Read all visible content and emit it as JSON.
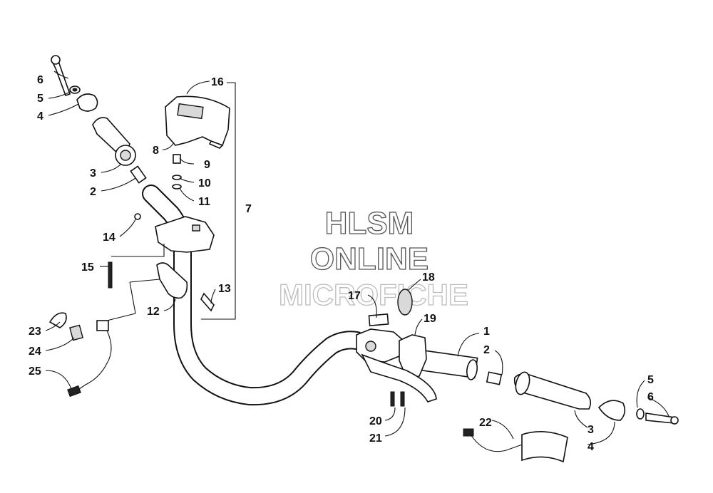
{
  "watermark": {
    "line1": "HLSM",
    "line2": "ONLINE",
    "line3": "MICROFICHE"
  },
  "callouts": {
    "c1": "1",
    "c2_left": "2",
    "c2_right": "2",
    "c3_left": "3",
    "c3_right": "3",
    "c4_left": "4",
    "c4_right": "4",
    "c5_left": "5",
    "c5_right": "5",
    "c6_left": "6",
    "c6_right": "6",
    "c7": "7",
    "c8": "8",
    "c9": "9",
    "c10": "10",
    "c11": "11",
    "c12": "12",
    "c13": "13",
    "c14": "14",
    "c15": "15",
    "c16": "16",
    "c17": "17",
    "c18": "18",
    "c19": "19",
    "c20": "20",
    "c21": "21",
    "c22": "22",
    "c23": "23",
    "c24": "24",
    "c25": "25"
  },
  "colors": {
    "line": "#111111",
    "watermark_outline": "#555555",
    "background": "#ffffff"
  }
}
